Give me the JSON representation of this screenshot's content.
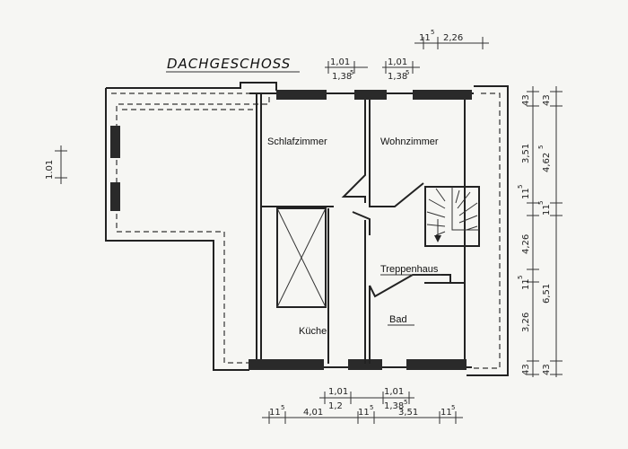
{
  "title": "DACHGESCHOSS",
  "rooms": {
    "schlafzimmer": "Schlafzimmer",
    "wohnzimmer": "Wohnzimmer",
    "treppenhaus": "Treppenhaus",
    "kueche": "Küche",
    "bad": "Bad"
  },
  "dims_top": {
    "a_sup": "1,01",
    "a_sub": "1,38",
    "a_exp": "5",
    "b_sup": "1,01",
    "b_sub": "1,38",
    "b_exp": "5",
    "c_pre": "11",
    "c_pre_exp": "5",
    "c_val": "2,26"
  },
  "dims_left": {
    "v": "1.01"
  },
  "dims_bottom": {
    "a_sup": "1,01",
    "a_sub": "1,2",
    "b_sup": "1,01",
    "b_sub": "1,38",
    "b_exp": "5",
    "s1": "11",
    "s1_exp": "5",
    "s2": "4,01",
    "s3": "11",
    "s3_exp": "5",
    "s4": "3,51",
    "s5": "11",
    "s5_exp": "5"
  },
  "dims_right_inner": {
    "r1": "43",
    "r2": "3,51",
    "r3": "11",
    "r3_exp": "5",
    "r4": "4,26",
    "r5": "11",
    "r5_exp": "5",
    "r6": "3,26",
    "r7": "43"
  },
  "dims_right_outer": {
    "o1": "43",
    "o2": "4,62",
    "o2_exp": "5",
    "o3": "11",
    "o3_exp": "5",
    "o4": "6,51",
    "o5": "43"
  }
}
